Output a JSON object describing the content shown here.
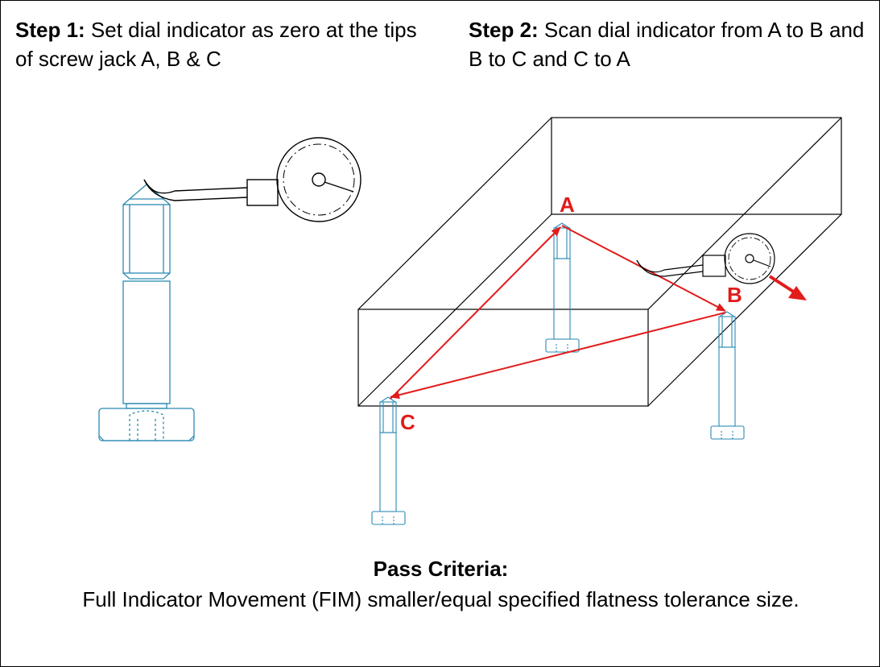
{
  "step1": {
    "title": "Step 1:",
    "text": " Set dial indicator as zero at the tips of screw jack A, B & C"
  },
  "step2": {
    "title": "Step 2:",
    "text": " Scan dial indicator from A to B and B to C and C to A"
  },
  "points": {
    "a": "A",
    "b": "B",
    "c": "C"
  },
  "criteria": {
    "title": "Pass Criteria:",
    "text": "Full Indicator Movement (FIM) smaller/equal specified flatness tolerance size."
  },
  "colors": {
    "outline": "#000000",
    "jack": "#2a8ab4",
    "path": "#e21b1b"
  }
}
